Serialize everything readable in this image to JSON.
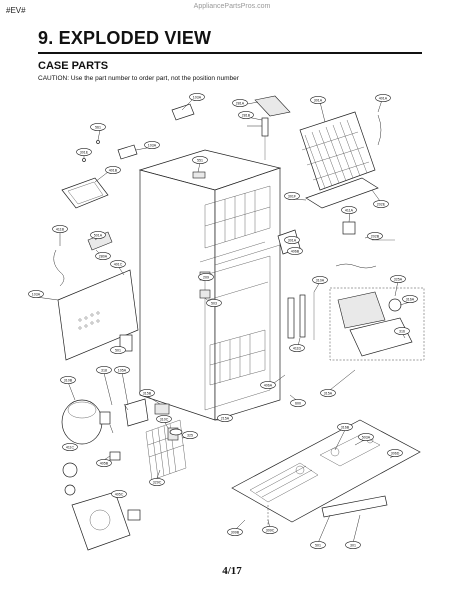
{
  "header": {
    "tag": "#EV#",
    "source": "AppliancePartsPros.com",
    "title": "9. EXPLODED VIEW",
    "subtitle": "CASE PARTS",
    "caution": "CAUTION: Use the part number to order part, not the position number"
  },
  "footer": {
    "page": "4/17"
  },
  "labels": [
    "103A",
    "281A",
    "301A",
    "401A",
    "561",
    "281B",
    "103A",
    "301E",
    "401B",
    "551",
    "301F",
    "202E",
    "411A",
    "202B",
    "301A",
    "406B",
    "411B",
    "501A",
    "280A",
    "401C",
    "103A",
    "209",
    "503",
    "501",
    "406A",
    "600",
    "315A",
    "316A",
    "316",
    "325A",
    "310A",
    "411D",
    "310B",
    "318",
    "105A",
    "315B",
    "405B",
    "405C",
    "325",
    "310C",
    "329C",
    "411C",
    "316B",
    "503A",
    "306D",
    "215A",
    "309C",
    "309B",
    "501",
    "301"
  ]
}
